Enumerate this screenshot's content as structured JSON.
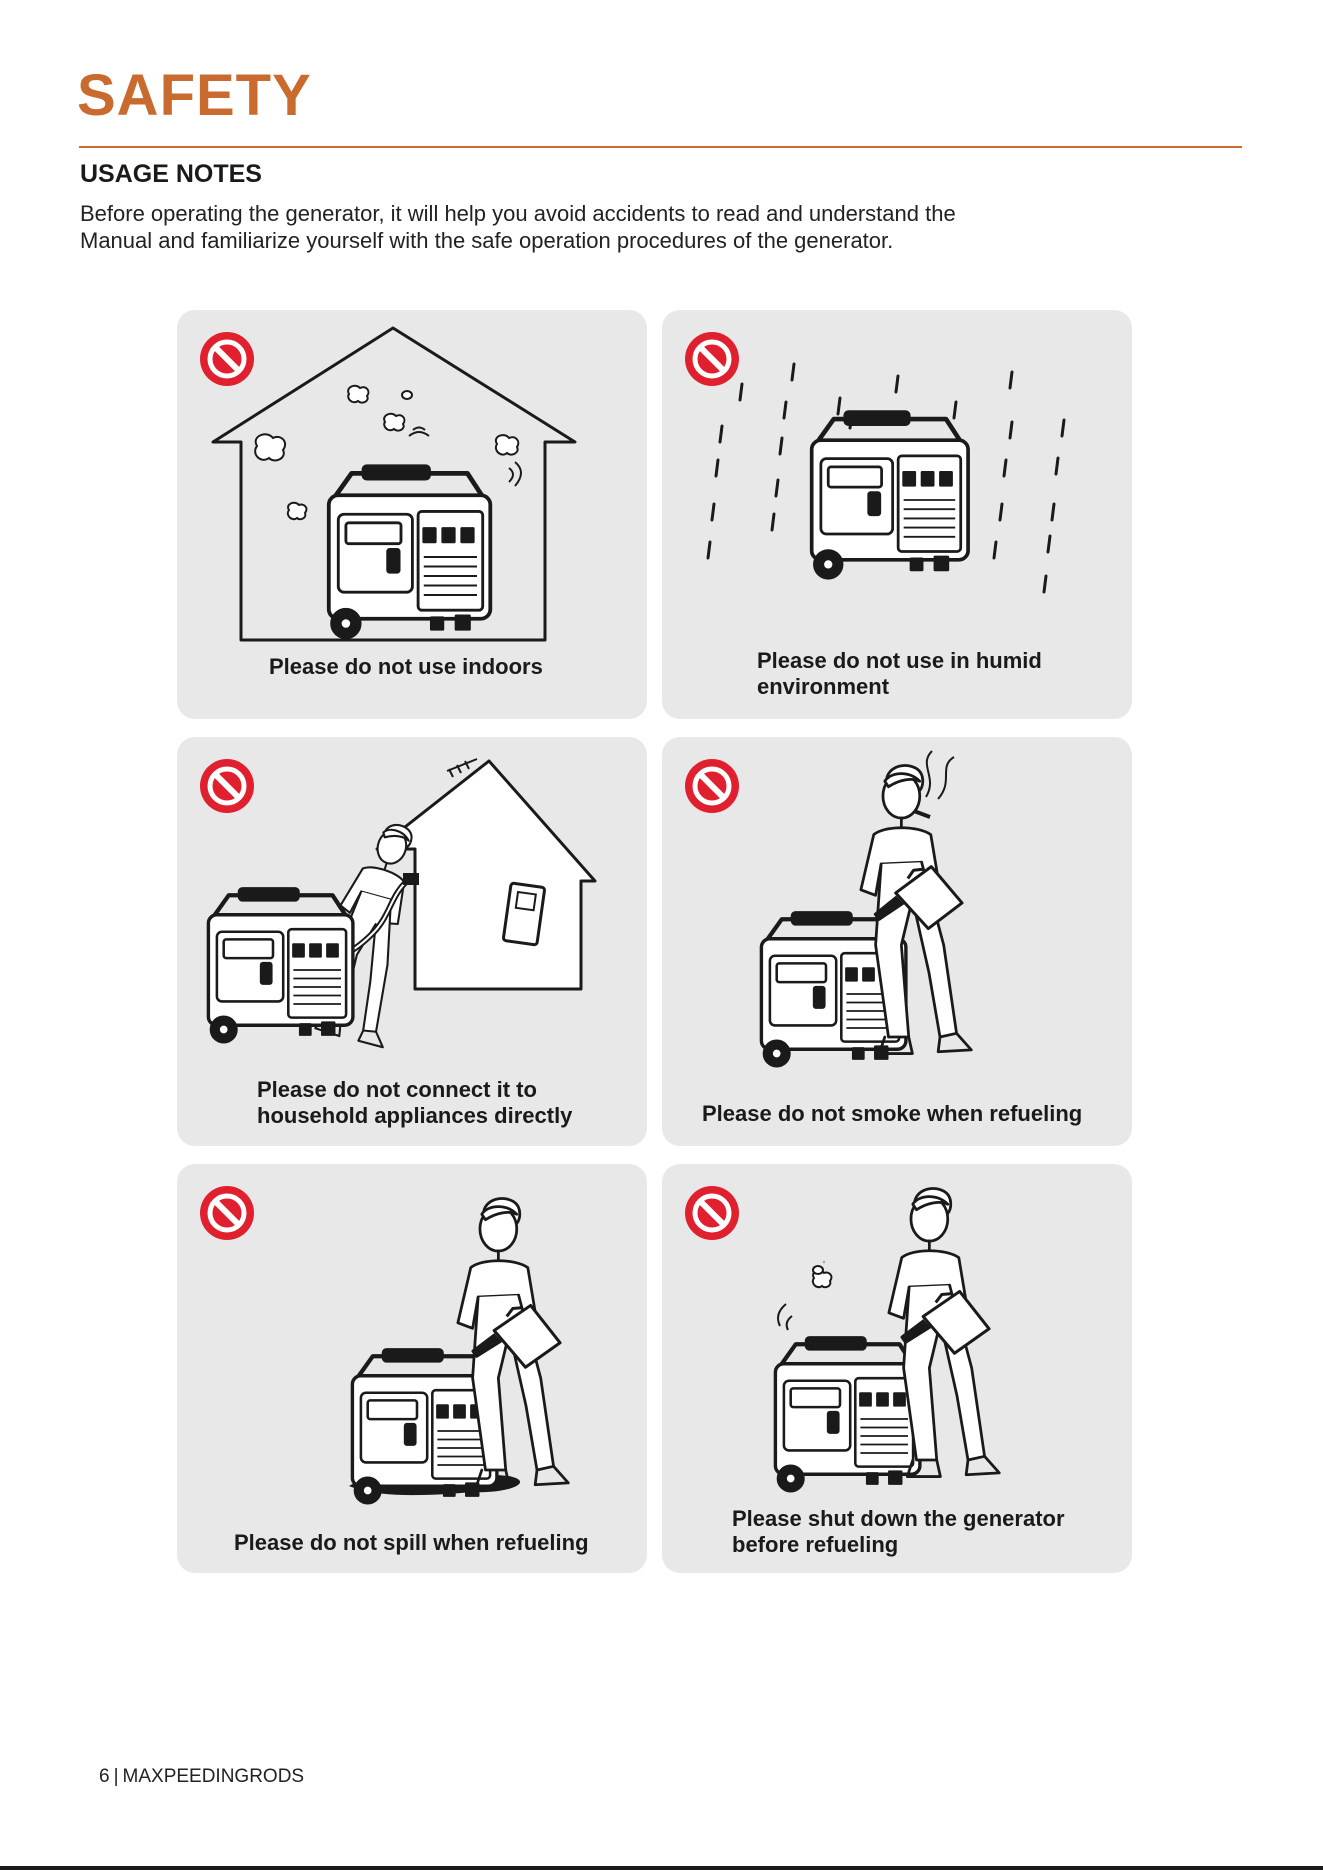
{
  "header": {
    "title": "SAFETY"
  },
  "section": {
    "heading": "USAGE NOTES",
    "intro_line1": "Before operating the generator, it will help you avoid accidents to read and understand the",
    "intro_line2": "Manual and familiarize yourself with the safe operation procedures of the generator."
  },
  "cards": [
    {
      "icon": "prohibition-icon",
      "line1": "Please do not use indoors"
    },
    {
      "icon": "prohibition-icon",
      "line1": "Please do not use in humid",
      "line2": "environment"
    },
    {
      "icon": "prohibition-icon",
      "line1": "Please do not connect it to",
      "line2": "household appliances directly"
    },
    {
      "icon": "prohibition-icon",
      "line1": "Please do not smoke when refueling"
    },
    {
      "icon": "prohibition-icon",
      "line1": "Please do not spill when refueling"
    },
    {
      "icon": "prohibition-icon",
      "line1": "Please shut down the generator",
      "line2": "before refueling"
    }
  ],
  "footer": {
    "page_number": "6",
    "separator": "|",
    "brand": "MAXPEEDINGRODS"
  },
  "colors": {
    "accent": "#c96a2e",
    "prohibition_red": "#e0202e",
    "card_bg": "#e8e8e8"
  }
}
